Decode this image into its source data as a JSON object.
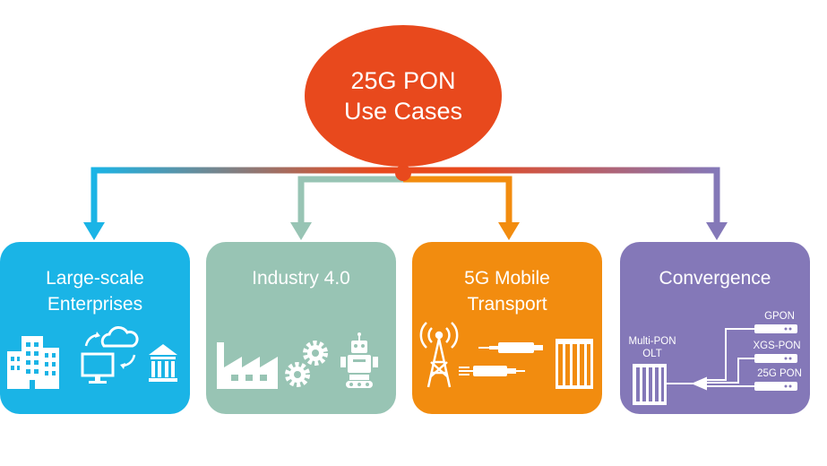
{
  "root": {
    "line1": "25G PON",
    "line2": "Use Cases"
  },
  "colors": {
    "root": "#e8491d",
    "enterprise": "#1ab4e6",
    "industry": "#98c4b4",
    "mobile": "#f28c0f",
    "convergence": "#8478b8"
  },
  "cards": [
    {
      "line1": "Large-scale",
      "line2": "Enterprises",
      "icons": [
        "office-buildings-icon",
        "cloud-computer-icon",
        "bank-icon"
      ]
    },
    {
      "line1": "Industry 4.0",
      "line2": "",
      "icons": [
        "factory-icon",
        "gears-icon",
        "robot-icon"
      ]
    },
    {
      "line1": "5G Mobile",
      "line2": "Transport",
      "icons": [
        "cell-tower-icon",
        "fiber-connectors-icon",
        "equipment-rack-icon"
      ]
    },
    {
      "line1": "Convergence",
      "line2": "",
      "icons": [
        "olt-chassis-icon",
        "onu-device-icon"
      ]
    }
  ],
  "convergence": {
    "olt_line1": "Multi-PON",
    "olt_line2": "OLT",
    "pon_types": [
      "GPON",
      "XGS-PON",
      "25G PON"
    ]
  }
}
